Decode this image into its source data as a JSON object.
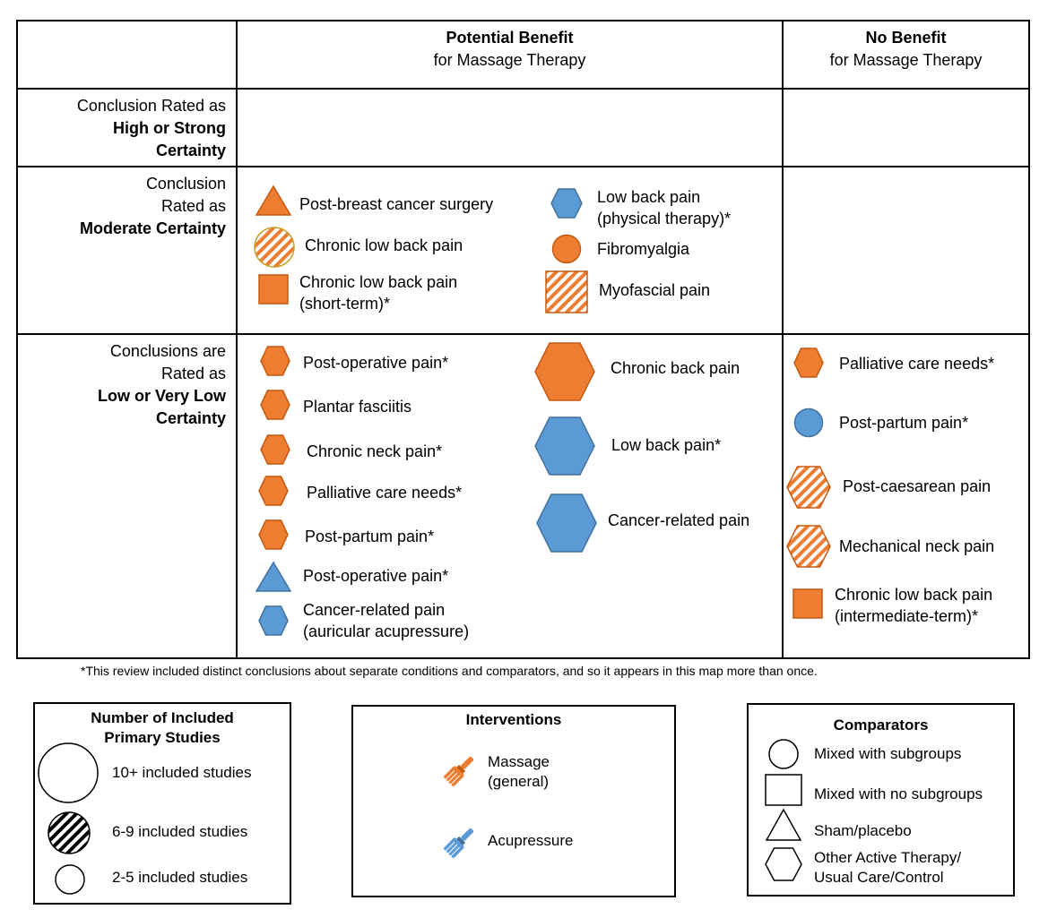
{
  "colors": {
    "orange": "#ED7D31",
    "blue": "#5B9BD5",
    "border": "#000000"
  },
  "table": {
    "header": {
      "potential_benefit_bold": "Potential Benefit",
      "potential_benefit_sub": "for Massage Therapy",
      "no_benefit_bold": "No Benefit",
      "no_benefit_sub": "for Massage Therapy"
    },
    "rows": {
      "high": {
        "line1": "Conclusion Rated as",
        "line2": "High or Strong",
        "line3": "Certainty"
      },
      "moderate": {
        "line1": "Conclusion",
        "line2": "Rated as",
        "line3": "Moderate Certainty"
      },
      "low": {
        "line1": "Conclusions are",
        "line2": "Rated as",
        "line3": "Low or Very Low",
        "line4": "Certainty"
      }
    },
    "moderate_potential": [
      {
        "label": "Post-breast cancer surgery",
        "shape": "triangle",
        "color": "orange",
        "fill": "solid"
      },
      {
        "label": "Chronic low back pain",
        "shape": "circle",
        "color": "orange",
        "fill": "striped"
      },
      {
        "label1": "Chronic low back pain",
        "label2": "(short-term)*",
        "shape": "square",
        "color": "orange",
        "fill": "solid"
      },
      {
        "label1": "Low back pain",
        "label2": "(physical therapy)*",
        "shape": "hexagon",
        "color": "blue",
        "fill": "solid"
      },
      {
        "label": "Fibromyalgia",
        "shape": "circle",
        "color": "orange",
        "fill": "solid"
      },
      {
        "label": "Myofascial pain",
        "shape": "square",
        "color": "orange",
        "fill": "striped"
      }
    ],
    "low_potential_left": [
      {
        "label": "Post-operative pain*",
        "shape": "hexagon",
        "color": "orange"
      },
      {
        "label": "Plantar fasciitis",
        "shape": "hexagon",
        "color": "orange"
      },
      {
        "label": "Chronic neck pain*",
        "shape": "hexagon",
        "color": "orange"
      },
      {
        "label": "Palliative care needs*",
        "shape": "hexagon",
        "color": "orange"
      },
      {
        "label": "Post-partum pain*",
        "shape": "hexagon",
        "color": "orange"
      },
      {
        "label": "Post-operative pain*",
        "shape": "triangle",
        "color": "blue"
      },
      {
        "label1": "Cancer-related pain",
        "label2": "(auricular acupressure)",
        "shape": "hexagon",
        "color": "blue"
      }
    ],
    "low_potential_right": [
      {
        "label": "Chronic back pain",
        "shape": "hexagon",
        "color": "orange",
        "size": "large"
      },
      {
        "label": "Low back pain*",
        "shape": "hexagon",
        "color": "blue",
        "size": "large"
      },
      {
        "label": "Cancer-related pain",
        "shape": "hexagon",
        "color": "blue",
        "size": "large"
      }
    ],
    "low_no_benefit": [
      {
        "label": "Palliative care needs*",
        "shape": "hexagon",
        "color": "orange",
        "fill": "solid"
      },
      {
        "label": "Post-partum pain*",
        "shape": "circle",
        "color": "blue",
        "fill": "solid"
      },
      {
        "label": "Post-caesarean pain",
        "shape": "hexagon",
        "color": "orange",
        "fill": "striped"
      },
      {
        "label": "Mechanical neck pain",
        "shape": "hexagon",
        "color": "orange",
        "fill": "striped"
      },
      {
        "label1": "Chronic low back pain",
        "label2": "(intermediate-term)*",
        "shape": "square",
        "color": "orange",
        "fill": "solid"
      }
    ]
  },
  "footnote": "*This review included distinct conclusions about separate conditions and comparators, and so it appears in this map more than once.",
  "legend_studies": {
    "title1": "Number of Included",
    "title2": "Primary Studies",
    "items": [
      "10+ included studies",
      "6-9 included studies",
      "2-5 included studies"
    ]
  },
  "legend_interventions": {
    "title": "Interventions",
    "massage1": "Massage",
    "massage2": "(general)",
    "acupressure": "Acupressure"
  },
  "legend_comparators": {
    "title": "Comparators",
    "items": [
      "Mixed with subgroups",
      "Mixed with no subgroups",
      "Sham/placebo"
    ],
    "other1": "Other Active Therapy/",
    "other2": "Usual Care/Control"
  }
}
